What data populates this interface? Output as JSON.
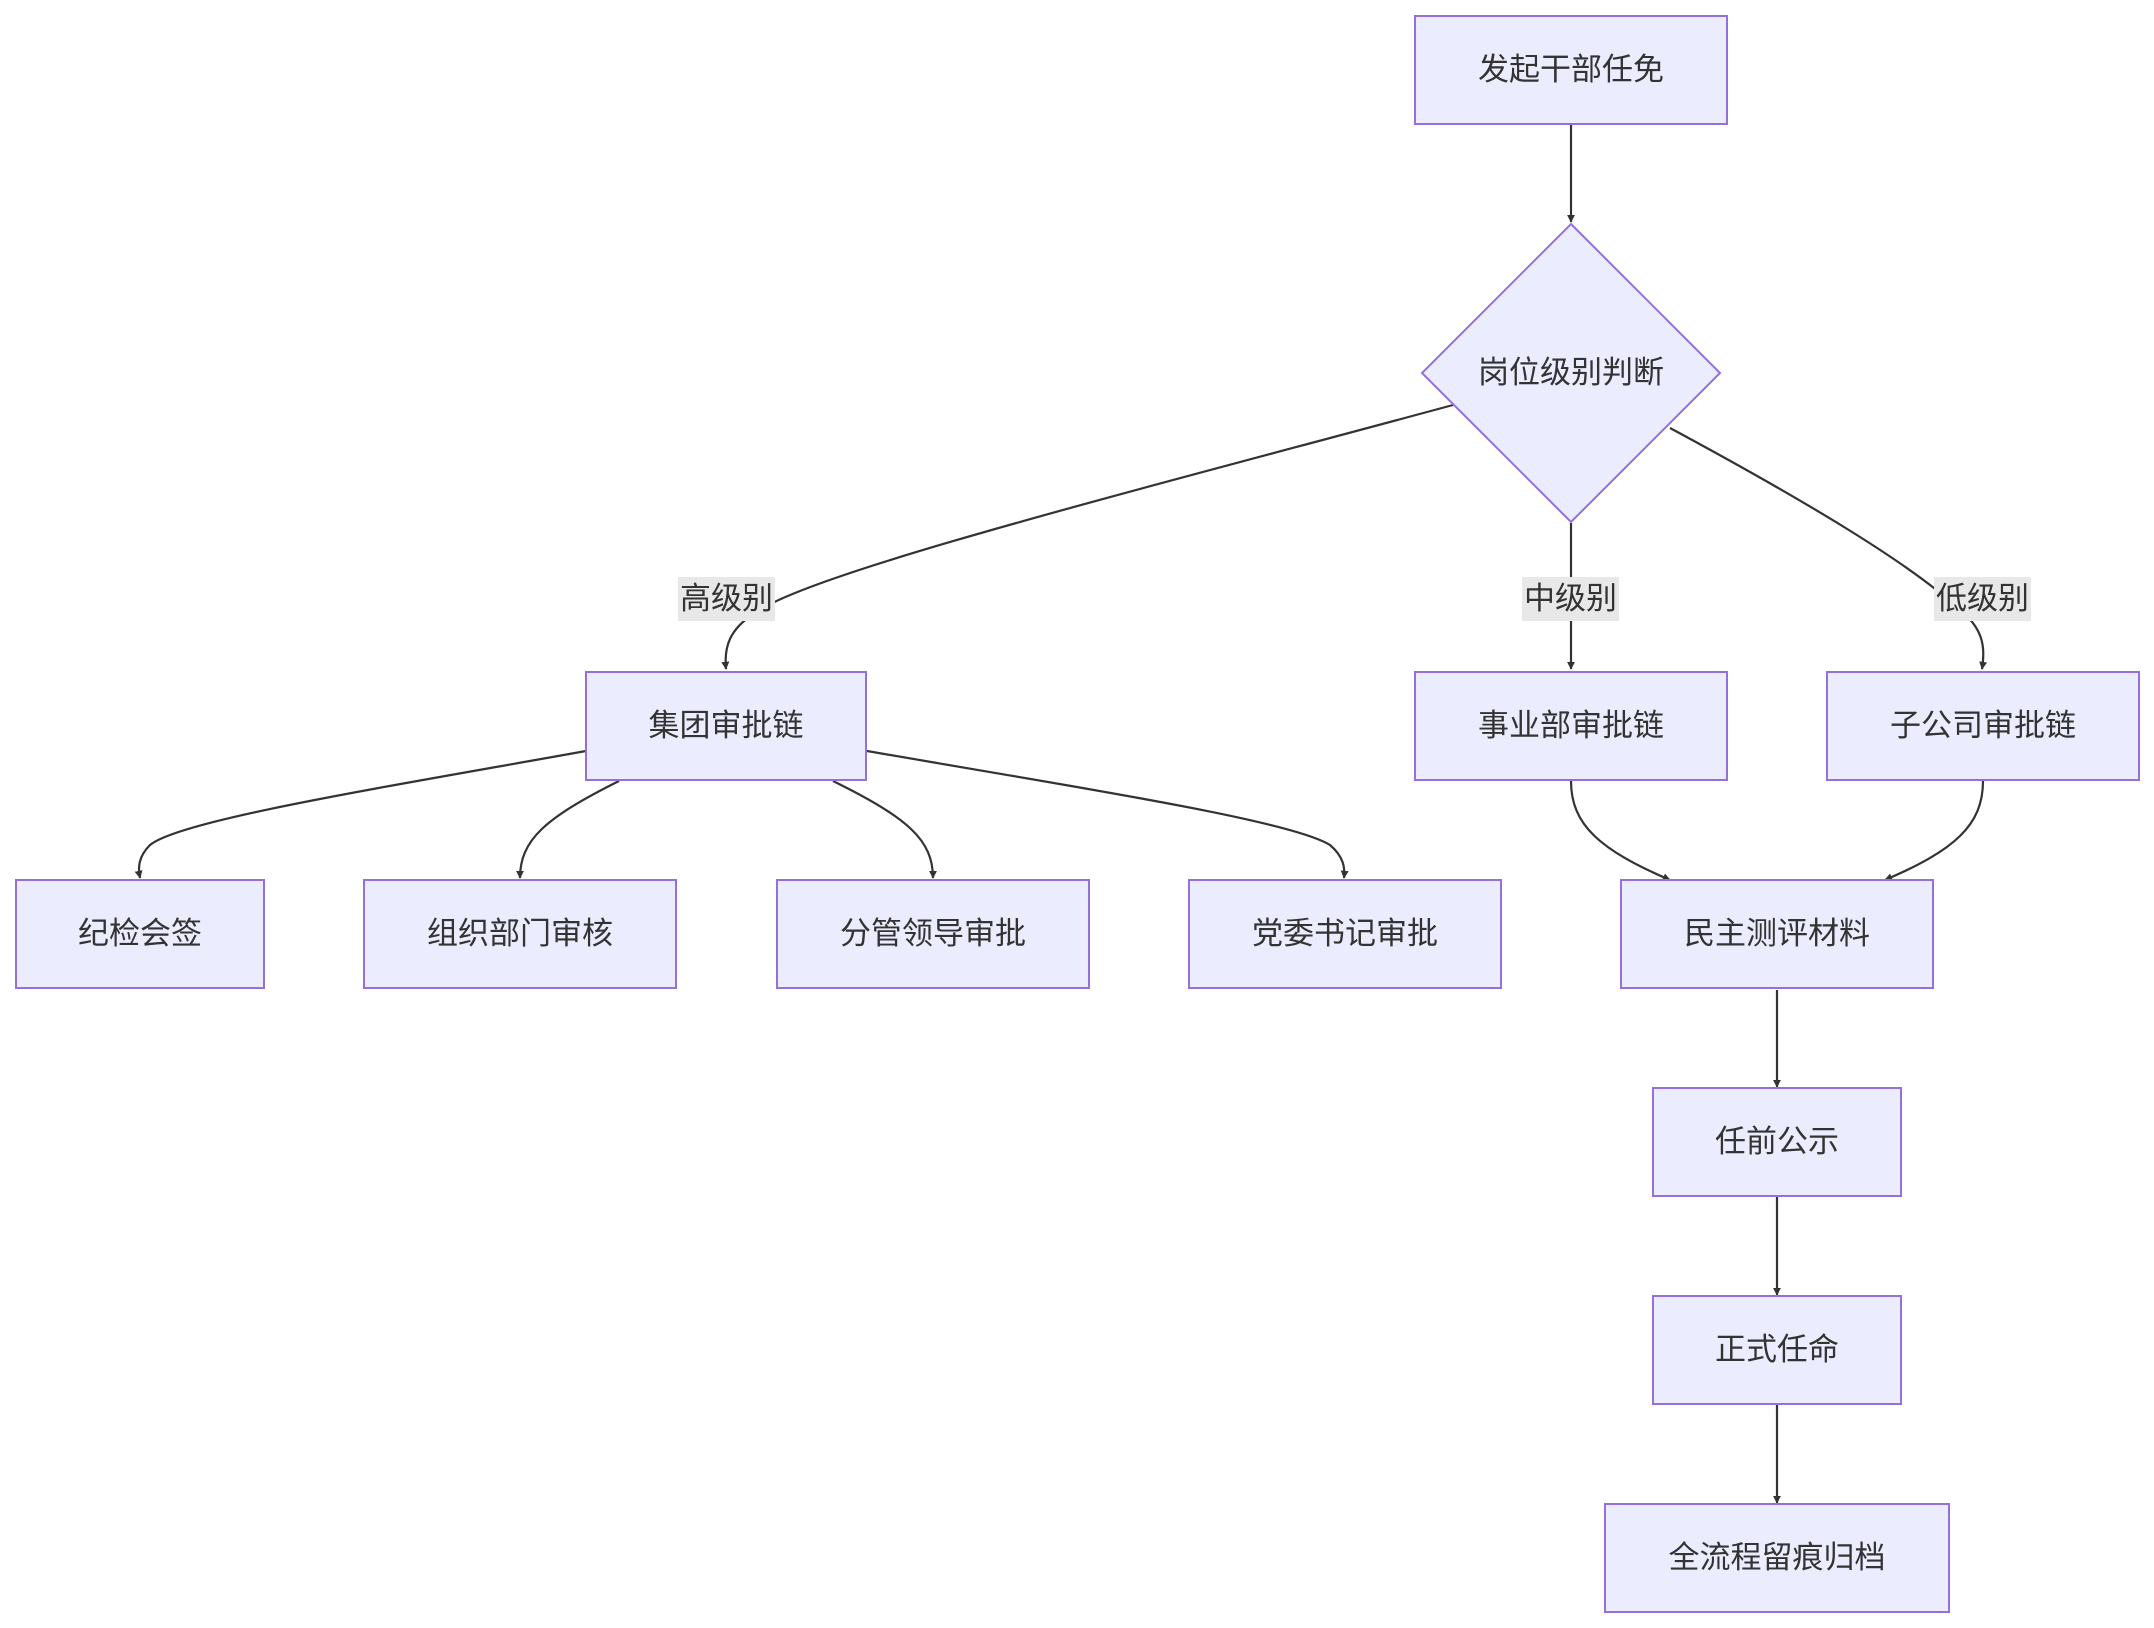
{
  "diagram": {
    "nodes": {
      "start": "发起干部任免",
      "decision": "岗位级别判断",
      "group_chain": "集团审批链",
      "division_chain": "事业部审批链",
      "subsidiary_chain": "子公司审批链",
      "discipline_sign": "纪检会签",
      "org_review": "组织部门审核",
      "leader_approve": "分管领导审批",
      "party_secretary": "党委书记审批",
      "democratic_eval": "民主测评材料",
      "pre_publicity": "任前公示",
      "formal_appoint": "正式任命",
      "archive": "全流程留痕归档"
    },
    "edge_labels": {
      "high": "高级别",
      "mid": "中级别",
      "low": "低级别"
    }
  }
}
